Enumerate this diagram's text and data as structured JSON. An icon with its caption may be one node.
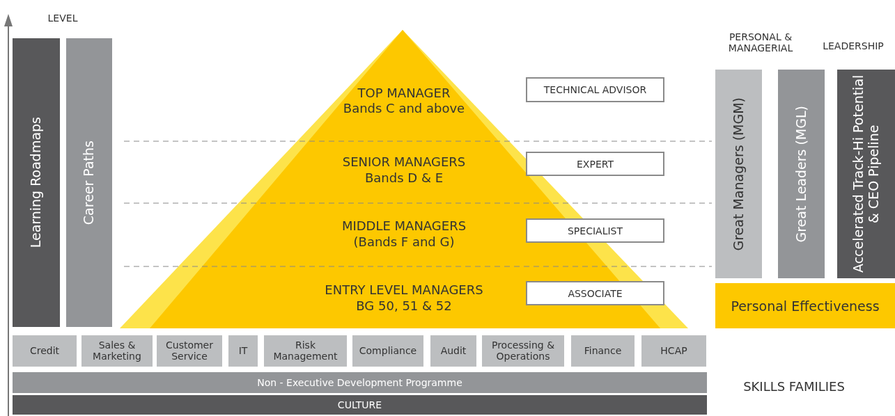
{
  "diagram": {
    "nodes": [
      {
        "text": [
          "Learning Roadmaps"
        ]
      },
      {
        "text": [
          "Career Paths"
        ]
      },
      {
        "text": [
          "TOP MANAGER",
          "Bands C and above"
        ]
      },
      {
        "text": [
          "SENIOR MANAGERS",
          "Bands D & E"
        ]
      },
      {
        "text": [
          "MIDDLE MANAGERS",
          "(Bands F and G)"
        ]
      },
      {
        "text": [
          "ENTRY LEVEL MANAGERS",
          "BG 50, 51 & 52"
        ]
      },
      {
        "text": [
          "TECHNICAL ADVISOR"
        ]
      },
      {
        "text": [
          "EXPERT"
        ]
      },
      {
        "text": [
          "SPECIALIST"
        ]
      },
      {
        "text": [
          "ASSOCIATE"
        ]
      },
      {
        "text": [
          "Great Managers (MGM)"
        ]
      },
      {
        "text": [
          "Great Leaders (MGL)"
        ]
      },
      {
        "text": [
          "Accelerated Track-Hi Potential & CEO Pipeline"
        ]
      },
      {
        "text": [
          "Personal Effectiveness"
        ]
      },
      {
        "text": [
          "Credit"
        ]
      },
      {
        "text": [
          "Sales & Marketing"
        ]
      },
      {
        "text": [
          "Customer Service"
        ]
      },
      {
        "text": [
          "IT"
        ]
      },
      {
        "text": [
          "Risk Management"
        ]
      },
      {
        "text": [
          "Compliance"
        ]
      },
      {
        "text": [
          "Audit"
        ]
      },
      {
        "text": [
          "Processing & Operations"
        ]
      },
      {
        "text": [
          "Finance"
        ]
      },
      {
        "text": [
          "HCAP"
        ]
      },
      {
        "text": [
          "Non - Executive Development Programme"
        ]
      },
      {
        "text": [
          "CULTURE"
        ]
      }
    ],
    "labels": [
      "LEVEL",
      "PERSONAL & MANAGERIAL",
      "LEADERSHIP",
      "SKILLS FAMILIES"
    ]
  }
}
